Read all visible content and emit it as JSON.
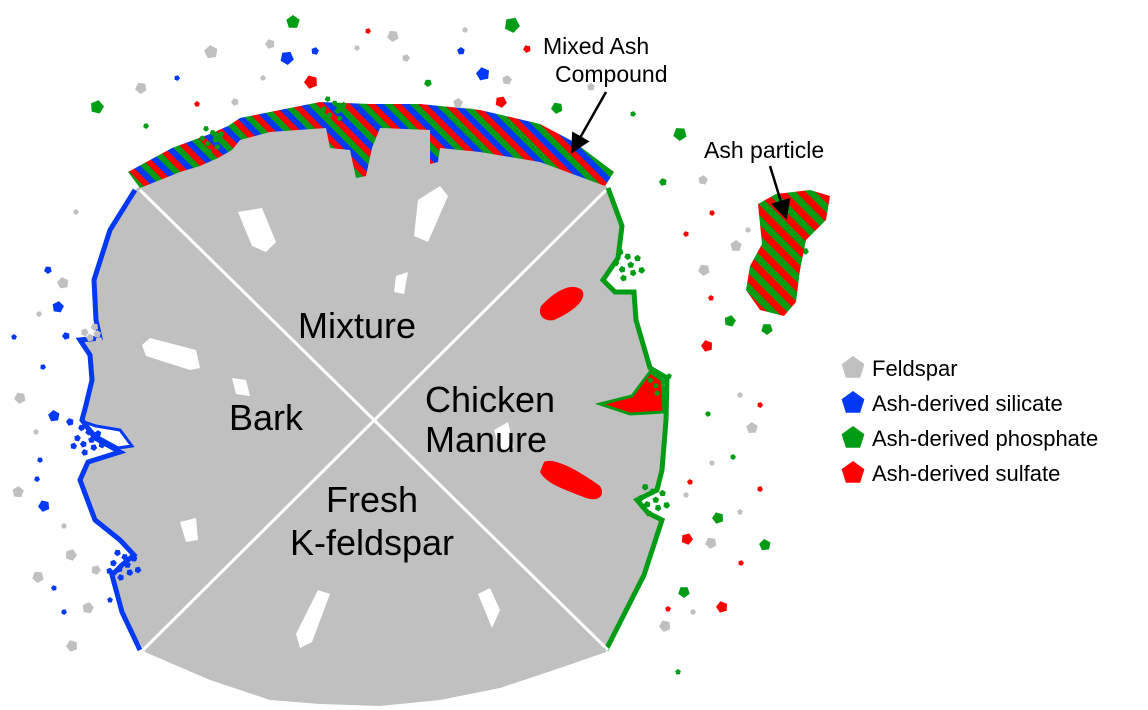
{
  "sectors": {
    "top": "Mixture",
    "left": "Bark",
    "right_line1": "Chicken",
    "right_line2": "Manure",
    "bottom_line1": "Fresh",
    "bottom_line2": "K-feldspar"
  },
  "annotations": {
    "mixed_line1": "Mixed Ash",
    "mixed_line2": "Compound",
    "ash_particle": "Ash particle"
  },
  "legend": [
    {
      "label": "Feldspar",
      "color": "#c0c0c0",
      "icon": "pentagon"
    },
    {
      "label": "Ash-derived silicate",
      "color": "#0039f5",
      "icon": "pentagon"
    },
    {
      "label": "Ash-derived phosphate",
      "color": "#009c15",
      "icon": "pentagon"
    },
    {
      "label": "Ash-derived sulfate",
      "color": "#ff0000",
      "icon": "pentagon"
    }
  ],
  "colors": {
    "grain": "#c0c0c0",
    "silicate": "#0039f5",
    "phosphate": "#009c15",
    "sulfate": "#ff0000",
    "mixed_stripes": [
      "#009c15",
      "#ff0000",
      "#0039f5"
    ]
  }
}
